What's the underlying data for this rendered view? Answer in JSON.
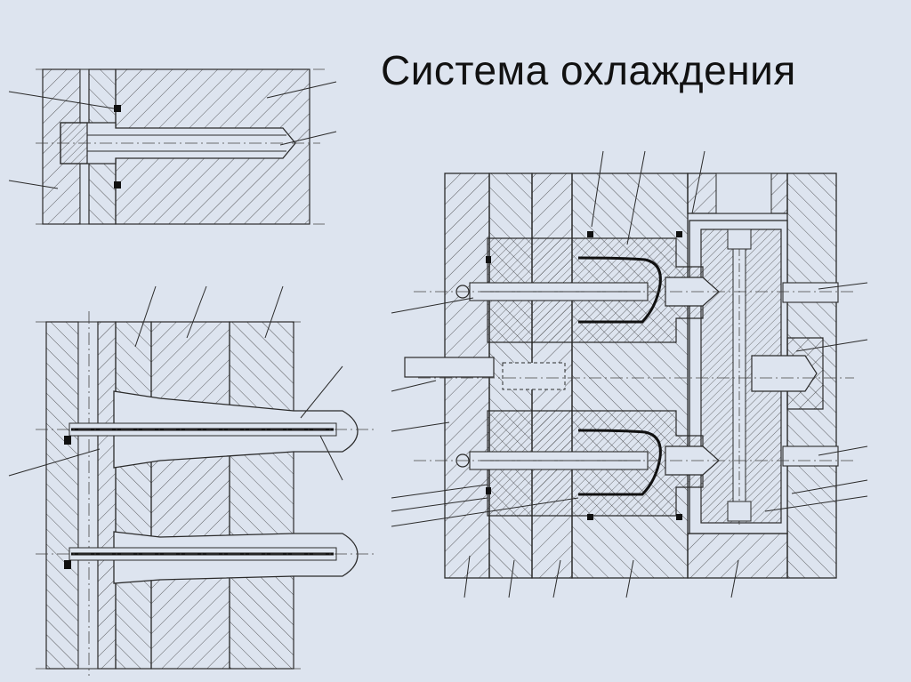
{
  "slide": {
    "title": "Система охлаждения"
  },
  "colors": {
    "background": "#dde4ef",
    "line": "#2b2b2b",
    "hatch": "#3a3a3a",
    "plate": "#dde4ef",
    "part": "#111111"
  },
  "figures": {
    "drawing_1": "screw-insert-cooling-section",
    "drawing_2": "core-cooling-tubes-section",
    "drawing_3": "injection-mold-cooling-assembly"
  }
}
